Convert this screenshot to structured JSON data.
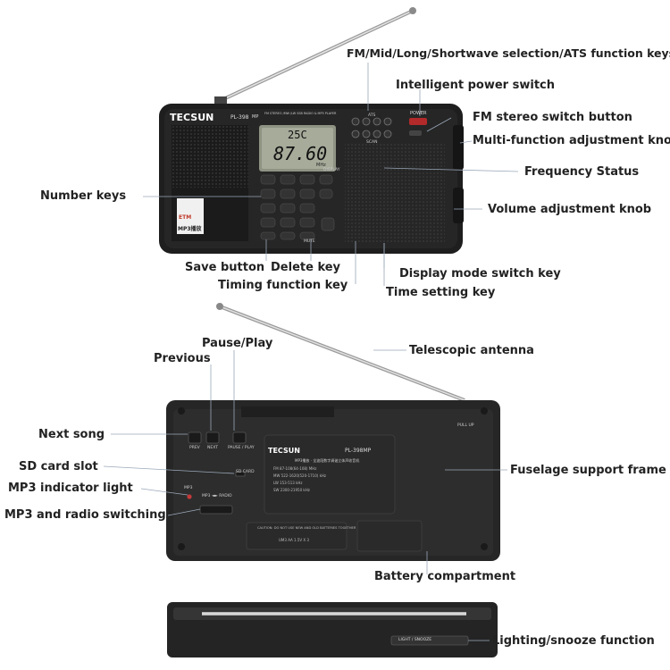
{
  "device": {
    "brand": "TECSUN",
    "model": "PL-398",
    "model_suffix": "MP",
    "front_subtitle": "FM STEREO /MW /LW SSB RADIO & MP3 PLAYER",
    "display_top": "25C",
    "display_freq": "87.60",
    "display_unit": "MHz",
    "power_key": "POWER",
    "display_key": "DISPLAY",
    "mute_key": "MUTE",
    "ats_key": "ATS",
    "scan_key": "SCAN",
    "badge_line1": "ETM",
    "badge_line2": "MP3播放",
    "back_model": "PL-398MP",
    "back_subtitle": "MP3播放 · 全波段数字调谐立体声收音机",
    "spec_lines": [
      "FM   87-108(64-108) MHz",
      "MW   522-1620(520-1710) kHz",
      "LW   153-513 kHz",
      "SW   2300-21950 kHz"
    ],
    "caution": "CAUTION: DO NOT USE NEW AND OLD BATTERIES TOGETHER",
    "battery_spec": "UM3 AA 1.5V X 3",
    "prev_key": "PREV",
    "next_key": "NEXT",
    "pause_key": "PAUSE / PLAY",
    "sd_key": "SD CARD",
    "mp3_indicator": "MP3",
    "switch_key": "MP3 ◄► RADIO",
    "pull_up": "PULL UP",
    "light_key": "LIGHT / SNOOZE"
  },
  "labels": {
    "band_keys": "FM/Mid/Long/Shortwave selection/ATS function keys",
    "power_switch": "Intelligent power switch",
    "fm_stereo": "FM stereo switch button",
    "multi_knob": "Multi-function adjustment knob",
    "freq_status": "Frequency Status",
    "number_keys": "Number keys",
    "volume_knob": "Volume adjustment knob",
    "save_button": "Save button",
    "delete_key": "Delete key",
    "display_mode": "Display mode switch key",
    "timing_key": "Timing function key",
    "time_setting": "Time setting key",
    "pause_play": "Pause/Play",
    "previous": "Previous",
    "antenna": "Telescopic antenna",
    "next_song": "Next song",
    "sd_slot": "SD card slot",
    "support_frame": "Fuselage support frame",
    "mp3_light": "MP3 indicator light",
    "mp3_radio": "MP3 and radio switching",
    "battery": "Battery compartment",
    "lighting": "Lighting/snooze function"
  }
}
